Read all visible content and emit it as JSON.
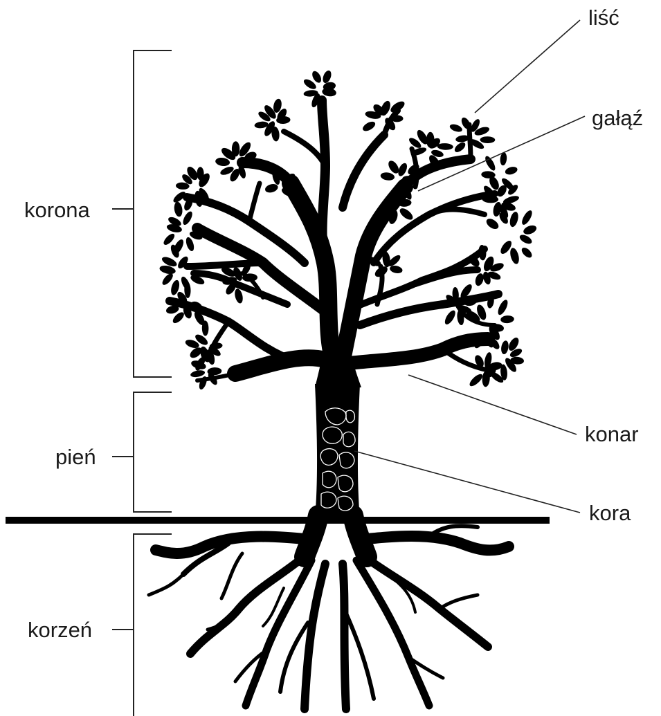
{
  "labels": {
    "korona": "korona",
    "pien": "pień",
    "korzen": "korzeń",
    "lisc": "liść",
    "galaz": "gałąź",
    "konar": "konar",
    "kora": "kora"
  }
}
